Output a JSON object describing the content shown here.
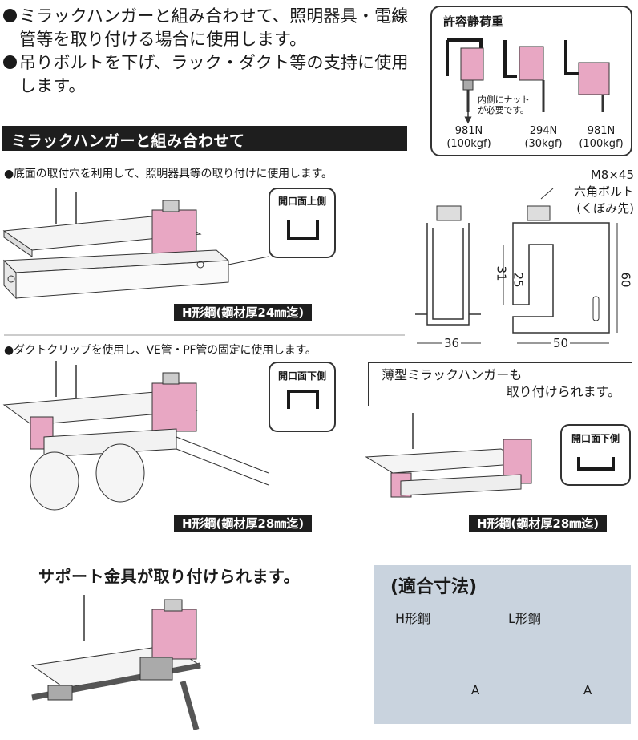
{
  "intro": {
    "bullet1": "ミラックハンガーと組み合わせて、照明器具・電線管等を取り付ける場合に使用します。",
    "bullet2": "吊りボルトを下げ、ラック・ダクト等の支持に使用します。"
  },
  "load": {
    "title": "許容静荷重",
    "inner_nut_note_line1": "内側にナット",
    "inner_nut_note_line2": "が必要です。",
    "values": [
      {
        "n": "981N",
        "kgf": "(100kgf)"
      },
      {
        "n": "294N",
        "kgf": "(30kgf)"
      },
      {
        "n": "981N",
        "kgf": "(100kgf)"
      }
    ]
  },
  "section": {
    "title": "ミラックハンガーと組み合わせて",
    "note1": "●底面の取付穴を利用して、照明器具等の取り付けに使用します。",
    "note2": "●ダクトクリップを使用し、VE管・PF管の固定に使用します。",
    "callout_up": "開口面上側",
    "callout_down": "開口面下側",
    "badge1": "H形鋼(鋼材厚24㎜迄)",
    "badge2": "H形鋼(鋼材厚28㎜迄)",
    "badge3": "H形鋼(鋼材厚28㎜迄)"
  },
  "dims": {
    "bolt_line1": "M8×45",
    "bolt_line2": "六角ボルト",
    "bolt_line3": "(くぼみ先)",
    "w36": "36",
    "w50": "50",
    "h31": "31",
    "h25": "25",
    "h60": "60"
  },
  "thin": {
    "line1": "薄型ミラックハンガーも",
    "line2": "取り付けられます。",
    "callout": "開口面下側"
  },
  "support": {
    "title": "サポート金具が取り付けられます。"
  },
  "fit": {
    "title": "(適合寸法)",
    "h_label": "H形鋼",
    "l_label": "L形鋼",
    "a1": "A",
    "a2": "A"
  },
  "colors": {
    "pink": "#e8a7c3",
    "dark": "#1e1e1e",
    "panel": "#c9d3de"
  }
}
